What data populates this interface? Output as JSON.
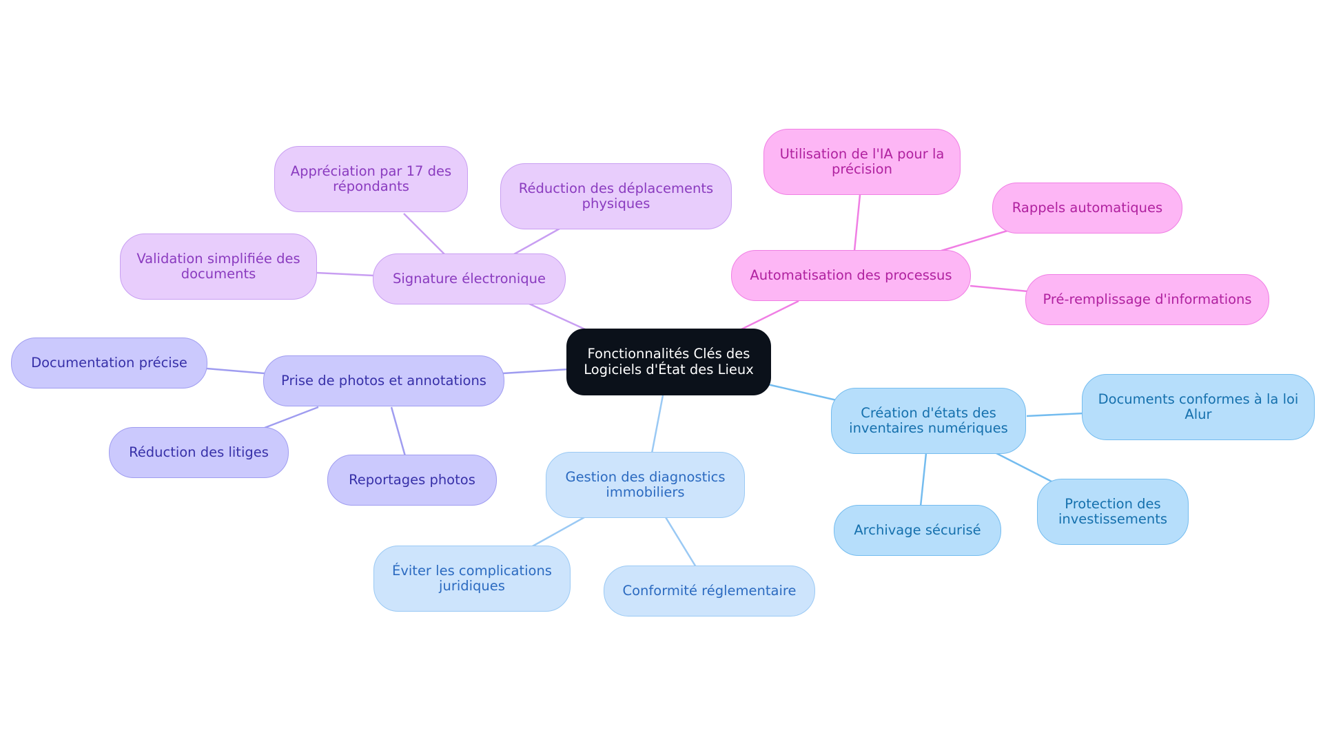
{
  "center": {
    "label": "Fonctionnalités Clés des Logiciels d'État des Lieux"
  },
  "branches": {
    "signature": {
      "label": "Signature électronique",
      "children": [
        "Appréciation par 17 des répondants",
        "Réduction des déplacements physiques",
        "Validation simplifiée des documents"
      ]
    },
    "automatisation": {
      "label": "Automatisation des processus",
      "children": [
        "Utilisation de l'IA pour la précision",
        "Rappels automatiques",
        "Pré-remplissage d'informations"
      ]
    },
    "photos": {
      "label": "Prise de photos et annotations",
      "children": [
        "Documentation précise",
        "Réduction des litiges",
        "Reportages photos"
      ]
    },
    "inventaires": {
      "label": "Création d'états des inventaires numériques",
      "children": [
        "Documents conformes à la loi Alur",
        "Protection des investissements",
        "Archivage sécurisé"
      ]
    },
    "diagnostics": {
      "label": "Gestion des diagnostics immobiliers",
      "children": [
        "Éviter les complications juridiques",
        "Conformité réglementaire"
      ]
    }
  },
  "colors": {
    "violet": "#c89ef2",
    "pink": "#f07ee4",
    "indigo": "#9f9cf0",
    "skyblue": "#74bcef",
    "pale": "#9ac9f4",
    "center": "#0b111a"
  }
}
